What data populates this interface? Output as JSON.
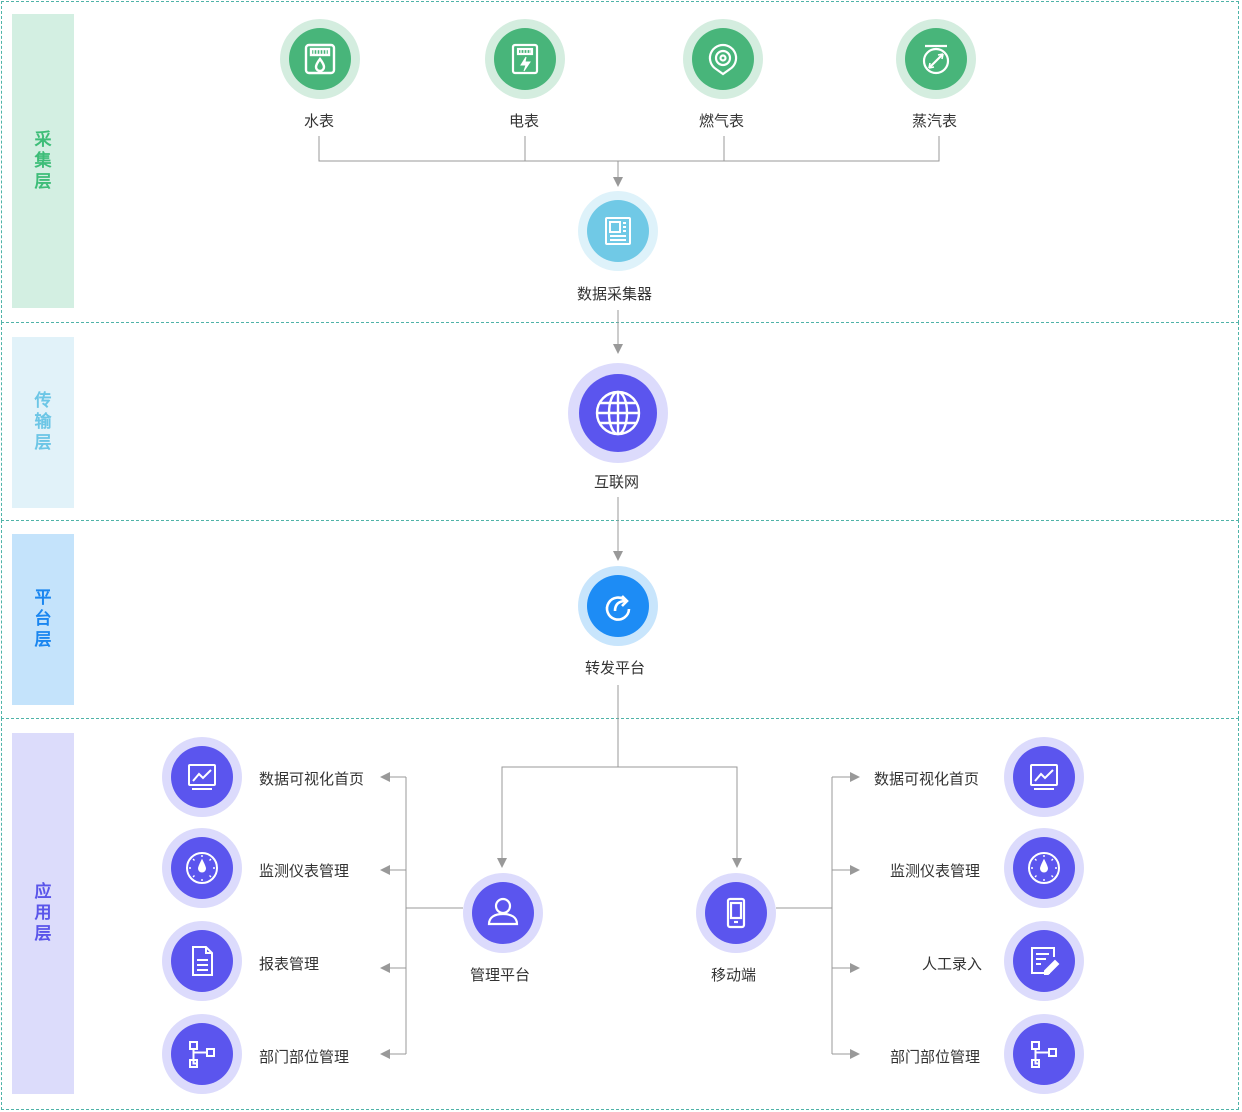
{
  "layers": {
    "collect": {
      "label": [
        "采",
        "集",
        "层"
      ],
      "bg": "#d3efe2",
      "color": "#3dbd78"
    },
    "transport": {
      "label": [
        "传",
        "输",
        "层"
      ],
      "bg": "#e1f2f9",
      "color": "#6cc6e6"
    },
    "platform": {
      "label": [
        "平",
        "台",
        "层"
      ],
      "bg": "#c4e3fb",
      "color": "#1a86f0"
    },
    "application": {
      "label": [
        "应",
        "用",
        "层"
      ],
      "bg": "#dcdcfb",
      "color": "#5a55ea"
    }
  },
  "meters": [
    {
      "label": "水表",
      "icon": "water-meter-icon"
    },
    {
      "label": "电表",
      "icon": "electric-meter-icon"
    },
    {
      "label": "燃气表",
      "icon": "gas-meter-icon"
    },
    {
      "label": "蒸汽表",
      "icon": "steam-meter-icon"
    }
  ],
  "collector": {
    "label": "数据采集器",
    "icon": "data-collector-icon"
  },
  "internet": {
    "label": "互联网",
    "icon": "globe-icon"
  },
  "forwarder": {
    "label": "转发平台",
    "icon": "forward-icon"
  },
  "management": {
    "label": "管理平台",
    "icon": "user-icon"
  },
  "mobile": {
    "label": "移动端",
    "icon": "mobile-icon"
  },
  "left_items": [
    {
      "label": "数据可视化首页",
      "icon": "chart-icon"
    },
    {
      "label": "监测仪表管理",
      "icon": "gauge-icon"
    },
    {
      "label": "报表管理",
      "icon": "report-icon"
    },
    {
      "label": "部门部位管理",
      "icon": "org-icon"
    }
  ],
  "right_items": [
    {
      "label": "数据可视化首页",
      "icon": "chart-icon"
    },
    {
      "label": "监测仪表管理",
      "icon": "gauge-icon"
    },
    {
      "label": "人工录入",
      "icon": "edit-icon"
    },
    {
      "label": "部门部位管理",
      "icon": "org-icon"
    }
  ],
  "colors": {
    "green_core": "#48b57a",
    "green_ring": "#d4eddf",
    "cyan_core": "#70c9e6",
    "cyan_ring": "#def2fa",
    "purple_core": "#5b55ee",
    "purple_ring": "#dcdbfc",
    "blue_core": "#1d8cf5",
    "blue_ring": "#c8e5fc",
    "line": "#999999"
  }
}
